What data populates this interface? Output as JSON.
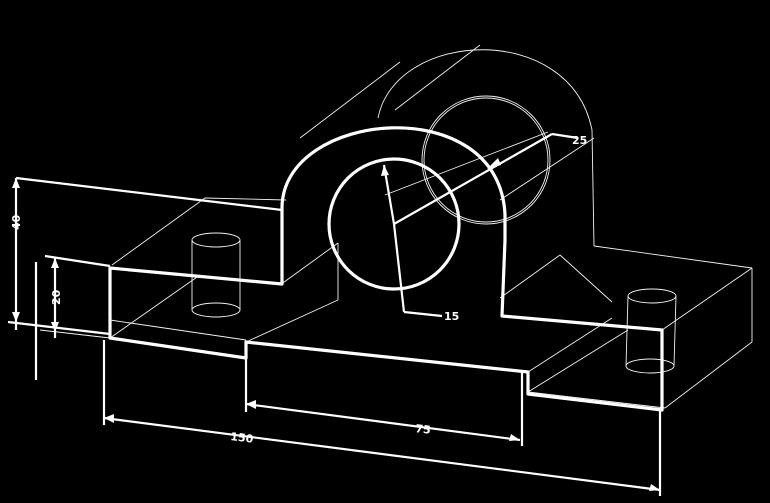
{
  "drawing": {
    "background_color": "#000000",
    "line_color": "#ffffff"
  },
  "dimensions": {
    "total_length": "150",
    "slot_width": "75",
    "outer_radius": "25",
    "bore_radius": "15",
    "total_height": "40",
    "base_height": "20"
  }
}
